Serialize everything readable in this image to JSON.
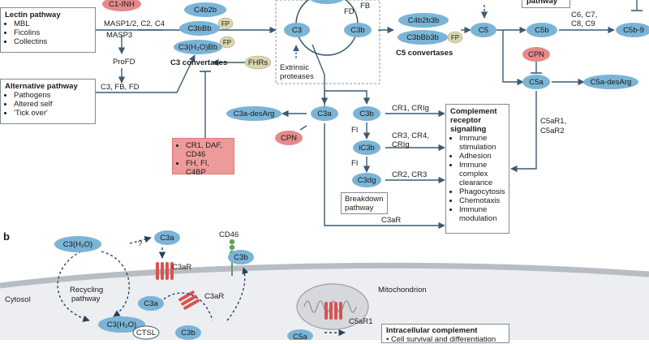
{
  "panel_b_letter": "b",
  "lectin": {
    "title": "Lectin pathway",
    "items": [
      "MBL",
      "Ficolins",
      "Collectins"
    ]
  },
  "alternative": {
    "title": "Alternative pathway",
    "items": [
      "Pathogens",
      "Altered self",
      "'Tick over'"
    ]
  },
  "inhibitors": {
    "items": [
      "CR1, DAF,",
      "CD46",
      "FH, FI, C4BP"
    ]
  },
  "receptor": {
    "title_lines": [
      "Complement",
      "receptor",
      "signalling"
    ],
    "items": [
      "Immune",
      "stimulation",
      "Adhesion",
      "Immune",
      "complex",
      "clearance",
      "Phagocytosis",
      "Chemotaxis",
      "Immune",
      "modulation"
    ]
  },
  "breakdown": {
    "lines": [
      "Breakdown",
      "pathway"
    ]
  },
  "intracellular": {
    "title": "Intracellular complement",
    "item": "Cell survival and differentiation"
  },
  "pathway_tag": "pathway",
  "nodes": {
    "c1inh": "C1-INH",
    "c4b2b": "C4b2b",
    "c3bbb": "C3bBb",
    "c3h2obb": "C3(H₂O)Bb",
    "fp": "FP",
    "fhrs": "FHRs",
    "c3": "C3",
    "c3b_top": "C3b",
    "c4b2b3b": "C4b2b3b",
    "c3bbb3b": "C3bBb3b",
    "c5": "C5",
    "c5b": "C5b",
    "c5b9": "C5b-9",
    "cpn": "CPN",
    "c5a": "C5a",
    "c5a_desarg": "C5a-desArg",
    "c3a_desarg": "C3a-desArg",
    "c3a": "C3a",
    "c3b_mid": "C3b",
    "ic3b": "iC3b",
    "c3dg": "C3dg",
    "c3h2o_b": "C3(H₂O)",
    "c3a_b": "C3a",
    "c3b_b": "C3b",
    "c3a_cell": "C3a",
    "c3h2o_cell": "C3(H₂O)",
    "ctsl": "CTSL",
    "c3b_cell": "C3b",
    "c5a_cell": "C5a"
  },
  "labels": {
    "masp": "MASP1/2, C2, C4",
    "masp3": "MASP3",
    "profd": "ProFD",
    "c3fb": "C3, FB, FD",
    "c3conv": "C3 convertases",
    "c5conv": "C5 convertases",
    "fd": "FD",
    "fb": "FB",
    "extr1": "Extrinsic",
    "extr2": "proteases",
    "c6c7": "C6, C7,",
    "c8c9": "C8, C9",
    "cr1crig": "CR1, CRIg",
    "fi1": "FI",
    "cr3cr4": "CR3, CR4,",
    "crig": "CRIg",
    "fi2": "FI",
    "cr2cr3": "CR2, CR3",
    "c3ar": "C3aR",
    "c5ar1": "C5aR1,",
    "c5ar2": "C5aR2",
    "question": "?",
    "cd46": "CD46",
    "c3ar_b1": "C3aR",
    "c3ar_b2": "C3aR",
    "recycling1": "Recycling",
    "recycling2": "pathway",
    "cytosol": "Cytosol",
    "mito": "Mitochondrion",
    "c5ar1_b": "C5aR1"
  }
}
